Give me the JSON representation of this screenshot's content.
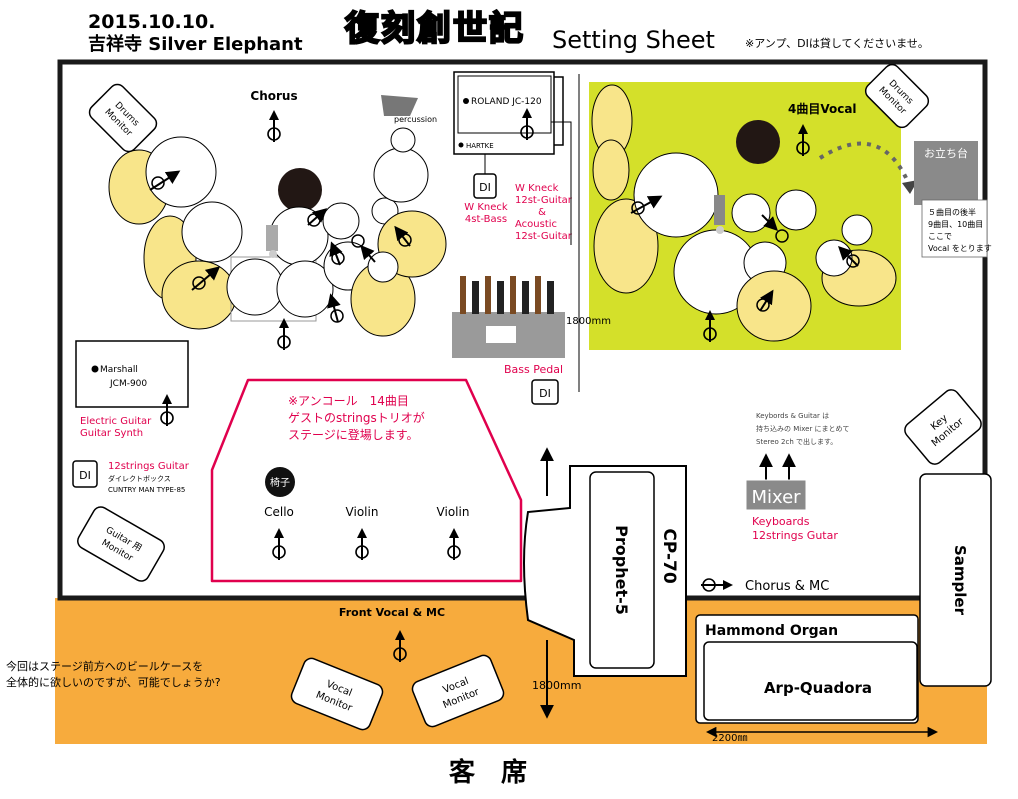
{
  "header": {
    "date": "2015.10.10.",
    "venue": "吉祥寺 Silver Elephant",
    "logo_text": "復刻創世記",
    "sheet_title": "Setting Sheet",
    "note": "※アンプ、DIは貸してくださいませ。"
  },
  "monitors": {
    "drums_left": [
      "Drums",
      "Monitor"
    ],
    "drums_right": [
      "Drums",
      "Monitor"
    ],
    "key": [
      "Key",
      "Monitor"
    ],
    "guitar": [
      "Guitar 用",
      "Monitor"
    ],
    "vocal_left": [
      "Vocal",
      "Monitor"
    ],
    "vocal_right": [
      "Vocal",
      "Monitor"
    ]
  },
  "stage_labels": {
    "chorus": "Chorus",
    "percussion": "percussion",
    "vocal_4th": "4曲目Vocal",
    "otachidai": "お立ち台",
    "otachidai_note": [
      "５曲目の後半",
      "9曲目、10曲目",
      "ここで",
      "Vocal をとります"
    ],
    "roland": "ROLAND JC-120",
    "hartke": "HARTKE",
    "di": "DI",
    "bass_di_label": [
      "W Kneck",
      "4st-Bass"
    ],
    "guitar_di_label": [
      "W Kneck",
      "12st-Guitar",
      "&",
      "Acoustic",
      "12st-Guitar"
    ],
    "dim_1800_upper": "1800mm",
    "bass_pedal": "Bass Pedal",
    "marshall": [
      "Marshall",
      "JCM-900"
    ],
    "electric_guitar": [
      "Electric Guitar",
      "Guitar Synth"
    ],
    "twelve_strings": "12strings Guitar",
    "direct_box": "ダイレクトボックス",
    "cuntry_man": "CUNTRY MAN TYPE-85",
    "encore": [
      "※アンコール　14曲目",
      "ゲストのstringsトリオが",
      "ステージに登場します。"
    ],
    "chair": "椅子",
    "cello": "Cello",
    "violin1": "Violin",
    "violin2": "Violin",
    "mixer_note": [
      "Keybords & Guitar は",
      "持ち込みの Mixer にまとめて",
      "Stereo 2ch で出します。"
    ],
    "mixer": "Mixer",
    "mixer_label": [
      "Keyboards",
      "12strings Gutar"
    ],
    "prophet": "Prophet-5",
    "cp70": "CP-70",
    "sampler": "Sampler",
    "chorus_mc": "Chorus & MC",
    "hammond": "Hammond Organ",
    "arp": "Arp-Quadora",
    "front_vocal": "Front Vocal & MC",
    "dim_1800_lower": "1800mm",
    "dim_2200": "2200㎜",
    "beer_request": [
      "今回はステージ前方へのビールケースを",
      "全体的に欲しいのですが、可能でしょうか?"
    ],
    "audience": "客　席"
  },
  "colors": {
    "lime": "#d4e02a",
    "orange": "#f7ab3d",
    "cymbal": "#f8e58a",
    "accent_red": "#e0004d",
    "grey": "#8a8a8a",
    "brown": "#7a4a22"
  }
}
